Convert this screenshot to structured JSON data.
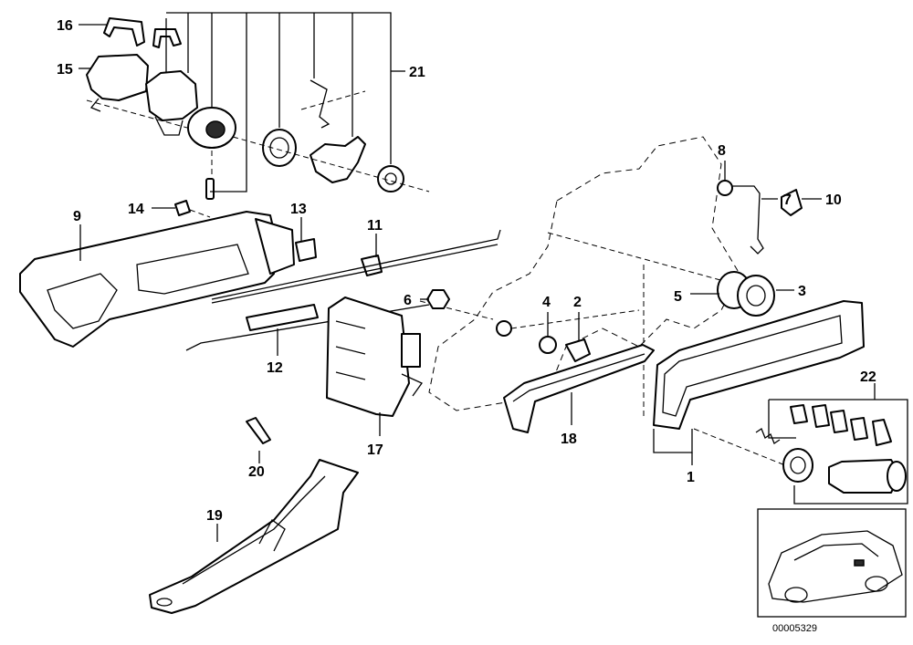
{
  "callouts": [
    "1",
    "2",
    "3",
    "4",
    "5",
    "6",
    "7",
    "8",
    "9",
    "10",
    "11",
    "12",
    "13",
    "14",
    "15",
    "16",
    "17",
    "18",
    "19",
    "20",
    "21",
    "22"
  ],
  "reference_number": "00005329",
  "colors": {
    "line": "#000000",
    "background": "#ffffff",
    "fill_dark": "#2a2a2a"
  }
}
